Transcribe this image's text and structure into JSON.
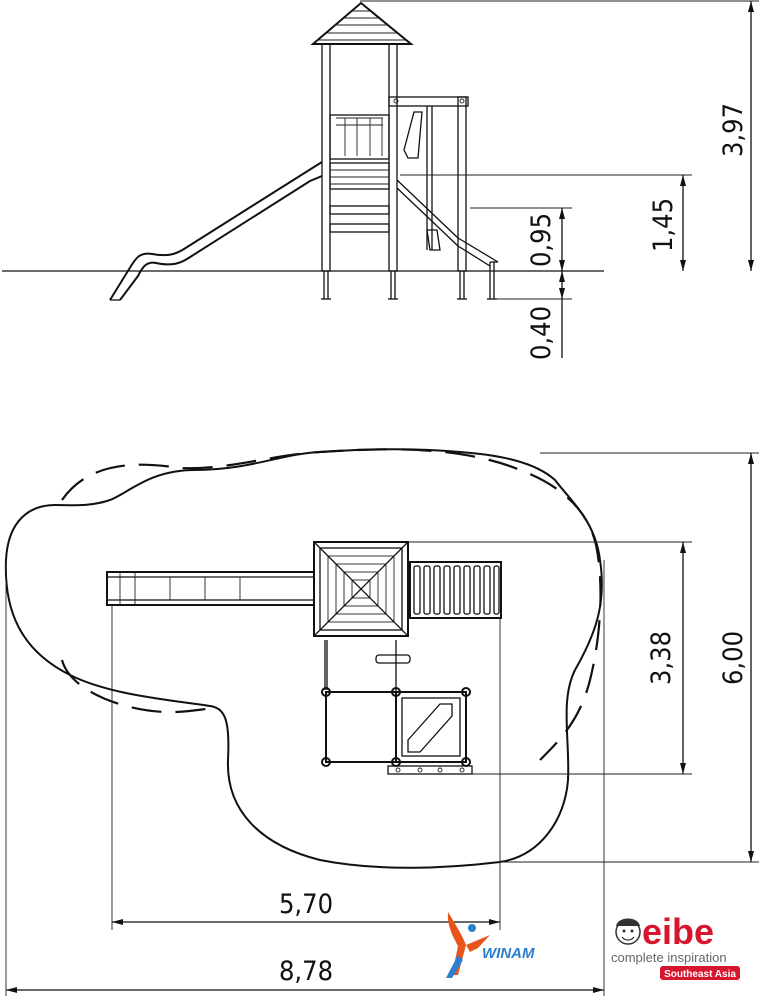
{
  "elevation": {
    "dims": {
      "total_height": "3,97",
      "platform_height": "1,45",
      "lower_height": "0,95",
      "foundation_depth": "0,40"
    }
  },
  "plan": {
    "dims": {
      "inner_width": "5,70",
      "total_width": "8,78",
      "inner_depth": "3,38",
      "total_depth": "6,00"
    }
  },
  "logos": {
    "winam": {
      "name": "WINAM",
      "icon": "winam-figure-icon",
      "colors": [
        "#e8551c",
        "#2a7fcf"
      ]
    },
    "eibe": {
      "name": "eibe",
      "tagline": "complete inspiration",
      "region": "Southeast Asia",
      "icon": "smiley-face-icon",
      "colors": {
        "brand": "#d6162e",
        "text": "#666666"
      }
    }
  }
}
